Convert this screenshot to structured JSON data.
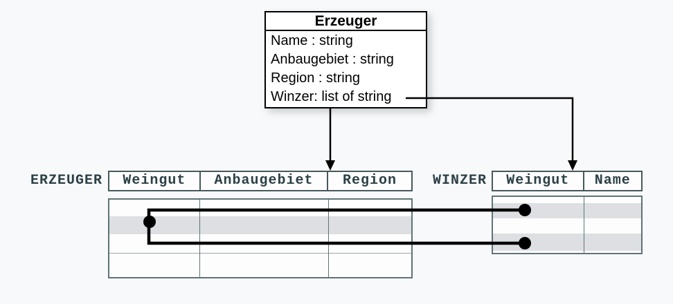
{
  "class_box": {
    "title": "Erzeuger",
    "attributes": [
      "Name : string",
      "Anbaugebiet : string",
      "Region : string",
      "Winzer: list of string"
    ]
  },
  "tables": {
    "erzeuger": {
      "label": "ERZEUGER",
      "columns": [
        "Weingut",
        "Anbaugebiet",
        "Region"
      ]
    },
    "winzer": {
      "label": "WINZER",
      "columns": [
        "Weingut",
        "Name"
      ]
    }
  },
  "colors": {
    "background": "#f8f9fa",
    "header_text": "#2b4046",
    "header_border": "#47585c",
    "body_border": "#5f7276",
    "row_shade": "#dddfe2",
    "class_box_border": "#000000",
    "class_box_fill": "#ffffff",
    "connector": "#000000"
  }
}
